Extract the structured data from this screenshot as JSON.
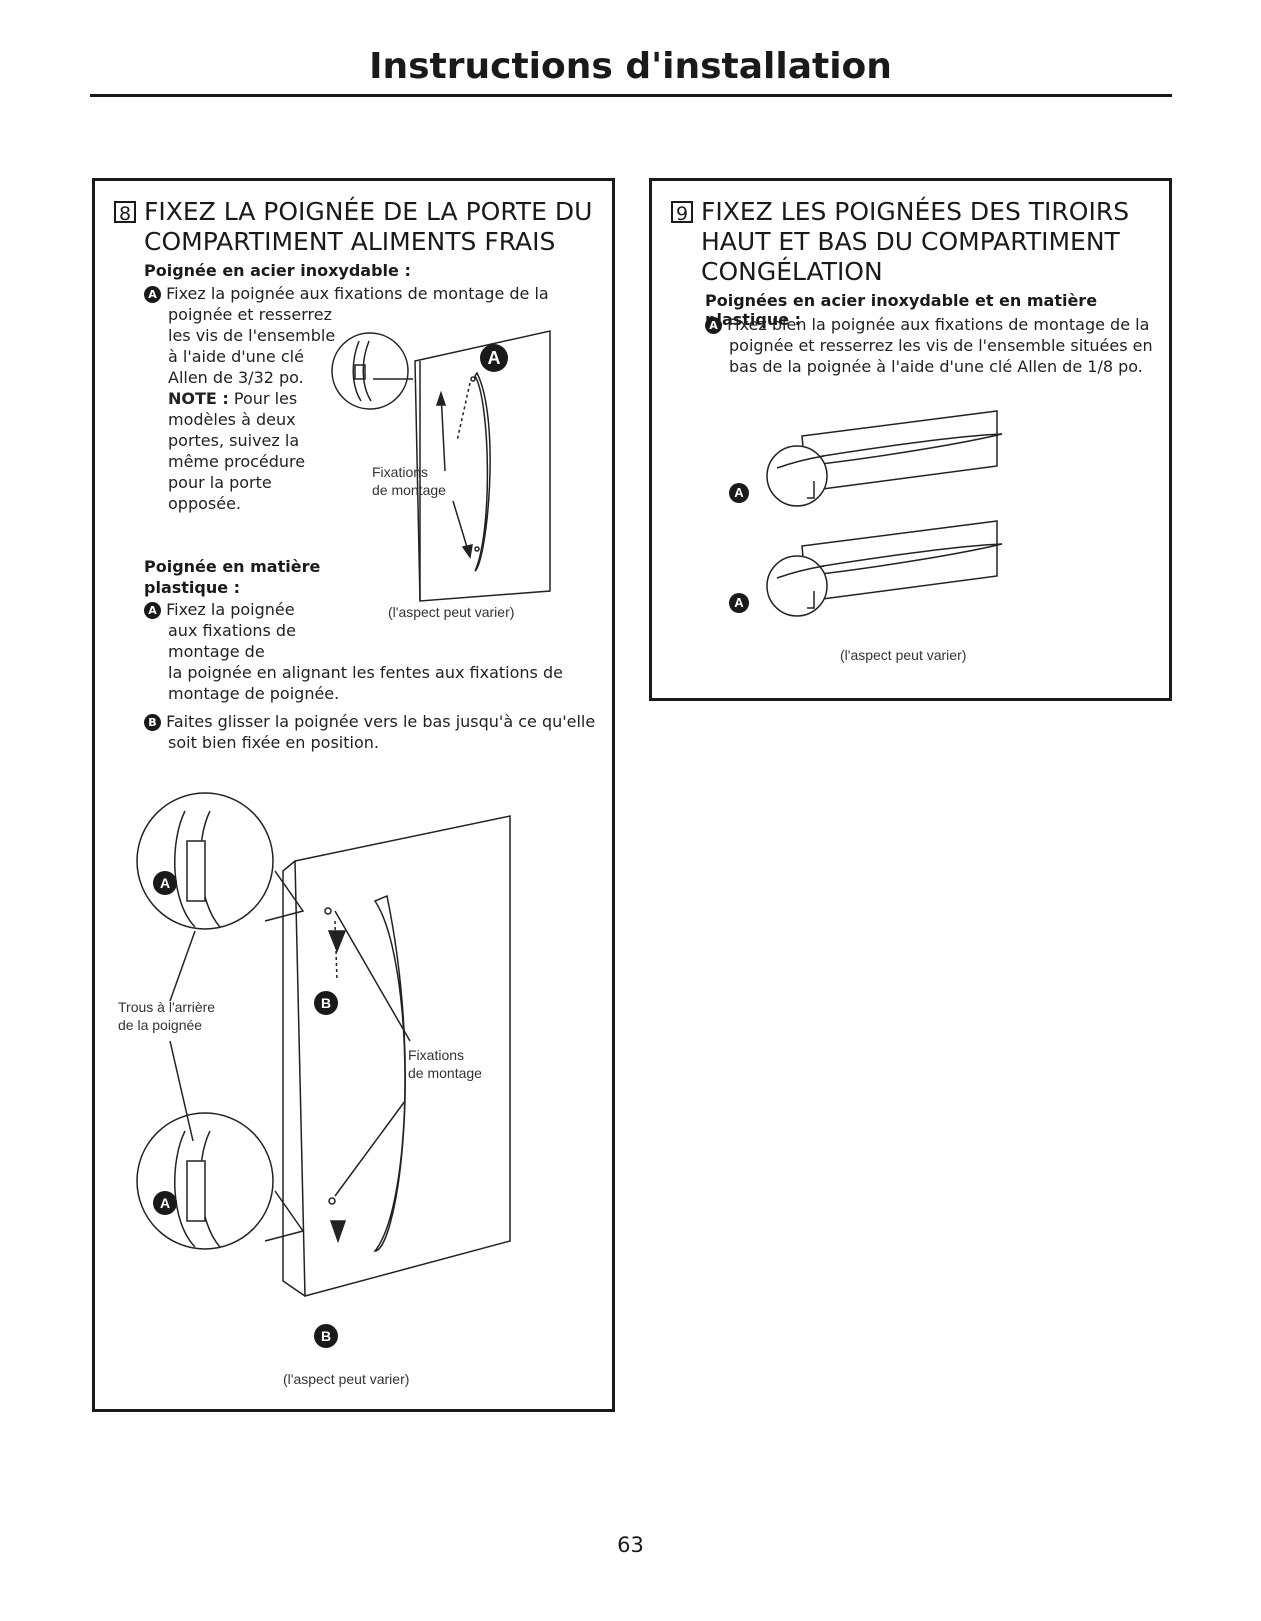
{
  "page": {
    "title": "Instructions d'installation",
    "number": "63"
  },
  "step8": {
    "num": "8",
    "heading_line1": "FIXEZ LA POIGNÉE DE LA PORTE DU",
    "heading_line2": "COMPARTIMENT ALIMENTS FRAIS",
    "stainless": {
      "title": "Poignée en acier inoxydable :",
      "badge": "A",
      "line1": "Fixez la poignée aux fixations de montage de la",
      "line2": "poignée et resserrez",
      "line3": "les vis de l'ensemble",
      "line4": "à l'aide d'une clé",
      "line5": "Allen de 3/32 po.",
      "note_label": "NOTE :",
      "note1": " Pour les",
      "note2": "modèles à deux",
      "note3": "portes, suivez la",
      "note4": "même procédure",
      "note5": "pour la porte",
      "note6": "opposée."
    },
    "plastic": {
      "title1": "Poignée en matière",
      "title2": "plastique :",
      "badgeA": "A",
      "a1": "Fixez la poignée",
      "a2": "aux fixations de",
      "a3": "montage de",
      "a4": "la poignée en alignant les fentes aux fixations de",
      "a5": "montage de poignée.",
      "badgeB": "B",
      "b1": "Faites glisser la poignée vers le bas jusqu'à ce qu'elle",
      "b2": "soit bien fixée en position."
    },
    "fig1": {
      "callout": "A",
      "label1": "Fixations",
      "label2": "de montage",
      "caption": "(l'aspect peut varier)"
    },
    "fig2": {
      "calloutA": "A",
      "calloutB": "B",
      "holes1": "Trous à l'arrière",
      "holes2": "de la poignée",
      "mount1": "Fixations",
      "mount2": "de montage",
      "caption": "(l'aspect peut varier)"
    }
  },
  "step9": {
    "num": "9",
    "heading_line1": "FIXEZ LES POIGNÉES DES TIROIRS",
    "heading_line2": "HAUT ET BAS DU COMPARTIMENT",
    "heading_line3": "CONGÉLATION",
    "sub": "Poignées en acier inoxydable et en matière plastique :",
    "badge": "A",
    "l1": "Fixez bien la poignée aux fixations de montage de la",
    "l2": "poignée et resserrez les vis de l'ensemble situées en",
    "l3": "bas de la poignée à l'aide d'une clé Allen de 1/8 po.",
    "fig": {
      "callout": "A",
      "caption": "(l'aspect peut varier)"
    }
  }
}
